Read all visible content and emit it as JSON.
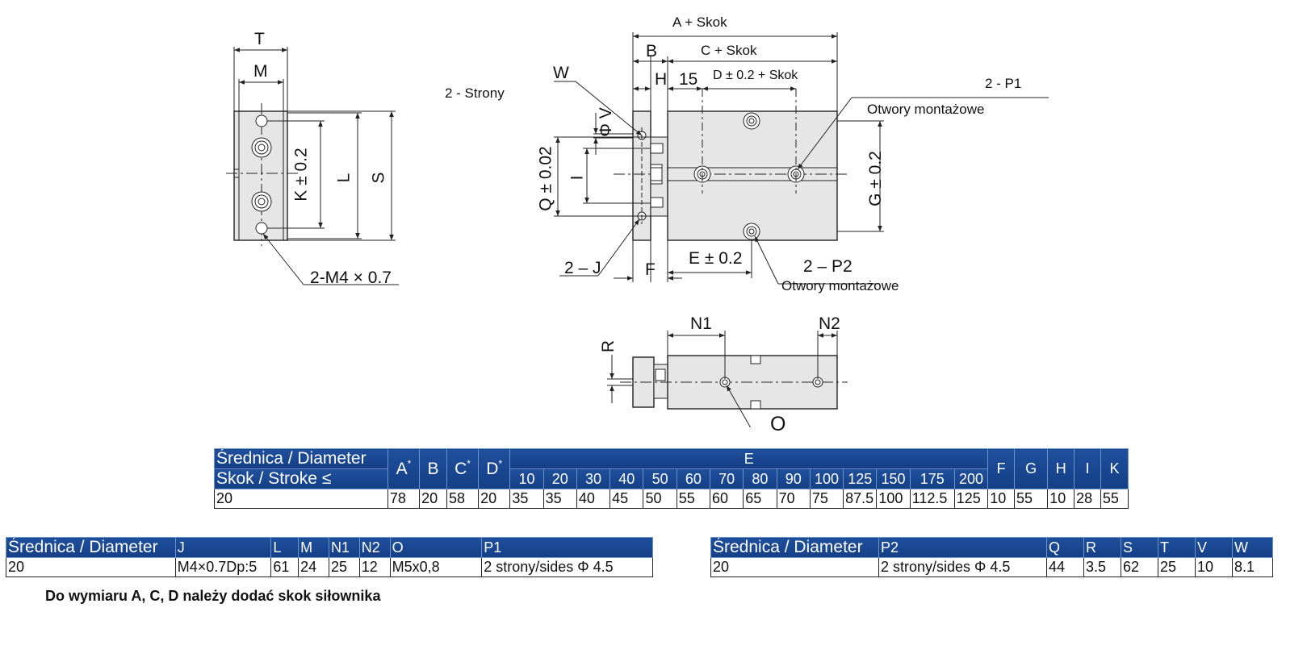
{
  "drawing": {
    "side_view": {
      "T": "T",
      "M": "M",
      "K": "K ± 0.2",
      "L": "L",
      "S": "S",
      "thread": "2-M4 × 0.7"
    },
    "top_view": {
      "A": "A + Skok",
      "B": "B",
      "C": "C + Skok",
      "H": "H",
      "fifteen": "15",
      "D": "D ± 0.2 + Skok",
      "W": "W",
      "sides": "2 - Strony",
      "P1": "2 - P1",
      "holes1": "Otwory montażowe",
      "V": "Φ V",
      "Q": "Q ± 0.02",
      "I": "I",
      "G": "G ± 0.2",
      "J": "2 – J",
      "F": "F",
      "E": "E ± 0.2",
      "P2": "2 – P2",
      "holes2": "Otwory montażowe"
    },
    "front_view": {
      "N1": "N1",
      "N2": "N2",
      "R": "R",
      "O": "O"
    }
  },
  "table1": {
    "h_diameter": "Średnica / Diameter",
    "h_stroke": "Skok / Stroke ≤",
    "A": "A",
    "B": "B",
    "C": "C",
    "D": "D",
    "E": "E",
    "F": "F",
    "G": "G",
    "H": "H",
    "I": "I",
    "K": "K",
    "star": "*",
    "strokes": [
      "10",
      "20",
      "30",
      "40",
      "50",
      "60",
      "70",
      "80",
      "90",
      "100",
      "125",
      "150",
      "175",
      "200"
    ],
    "row": {
      "diameter": "20",
      "A": "78",
      "B": "20",
      "C": "58",
      "D": "20",
      "E": [
        "35",
        "35",
        "40",
        "45",
        "50",
        "55",
        "60",
        "65",
        "70",
        "75",
        "87.5",
        "100",
        "112.5",
        "125"
      ],
      "F": "10",
      "G": "55",
      "H": "10",
      "I": "28",
      "K": "55"
    }
  },
  "table2": {
    "headers": [
      "Średnica / Diameter",
      "J",
      "L",
      "M",
      "N1",
      "N2",
      "O",
      "P1"
    ],
    "row": [
      "20",
      "M4×0.7Dp:5",
      "61",
      "24",
      "25",
      "12",
      "M5x0,8",
      "2 strony/sides Φ 4.5"
    ]
  },
  "table3": {
    "headers": [
      "Średnica / Diameter",
      "P2",
      "Q",
      "R",
      "S",
      "T",
      "V",
      "W"
    ],
    "row": [
      "20",
      "2 strony/sides Φ 4.5",
      "44",
      "3.5",
      "62",
      "25",
      "10",
      "8.1"
    ]
  },
  "note": "Do wymiaru A, C, D należy dodać skok siłownika",
  "colors": {
    "header_blue": "#1a4a96",
    "body_fill": "#e6e6e6",
    "line": "#222222"
  }
}
